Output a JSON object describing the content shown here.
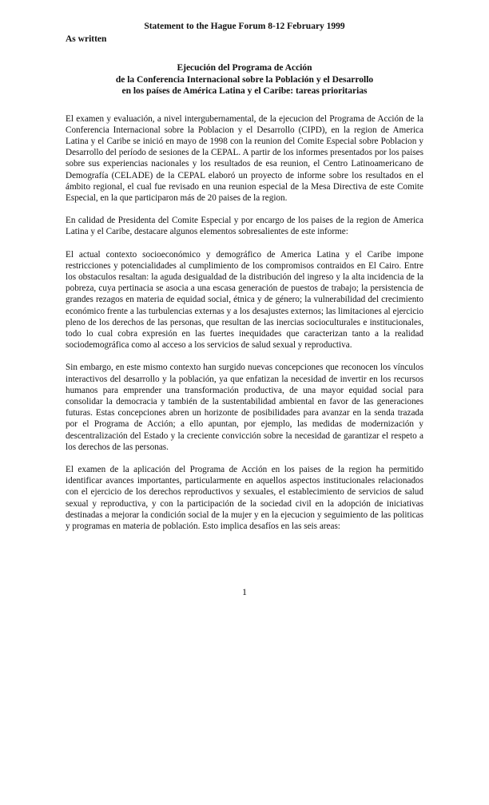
{
  "header": {
    "title": "Statement to the Hague Forum 8-12 February 1999",
    "subtitle": "As written"
  },
  "document_title": {
    "line1": "Ejecución del Programa de Acción",
    "line2": "de la Conferencia Internacional sobre la Población y el Desarrollo",
    "line3": "en los países de América Latina y el Caribe: tareas  prioritarias"
  },
  "paragraphs": [
    "El examen y evaluación, a nivel intergubernamental, de la ejecucion del Programa de Acción de la Conferencia Internacional sobre la Poblacion y el Desarrollo (CIPD), en la region de America Latina y el Caribe se inició en mayo de 1998 con la reunion del Comite Especial sobre Poblacion y Desarrollo del período de sesiones de la CEPAL.   A partir de los informes presentados por los paises sobre sus experiencias nacionales y los resultados de esa reunion, el Centro Latinoamericano de Demografía (CELADE) de la CEPAL elaboró un proyecto de informe sobre los resultados en el ámbito regional, el cual fue revisado en una reunion especial de la Mesa Directiva de este Comite Especial, en la que participaron más de 20 paises de la region.",
    "En calidad de Presidenta del Comite Especial y por encargo de los paises de la region de America Latina y el Caribe, destacare algunos elementos sobresalientes de este informe:",
    "El actual contexto socioeconómico y demográfico de America Latina y el Caribe impone restricciones y potencialidades al cumplimiento de los compromisos contraidos en El Cairo. Entre los obstaculos resaltan: la aguda desigualdad de la distribución del ingreso y la alta incidencia de la pobreza, cuya pertinacia se asocia a una escasa generación de puestos de trabajo; la persistencia de grandes rezagos en materia de equidad social, étnica y de género; la vulnerabilidad del crecimiento económico frente a las turbulencias externas y a los desajustes externos; las limitaciones al ejercicio pleno de los derechos de las personas, que resultan de las inercias socioculturales e institucionales, todo lo cual cobra expresión en las fuertes inequidades que caracterizan tanto a la realidad sociodemográfica como al acceso a los servicios de salud sexual y reproductiva.",
    "Sin embargo, en este mismo contexto han surgido nuevas concepciones que reconocen los vínculos interactivos del desarrollo y la población, ya que enfatizan la necesidad de invertir en los recursos humanos para emprender una transformación productiva, de una mayor equidad social para consolidar la democracia y también de la sustentabilidad ambiental en favor de las generaciones futuras. Estas concepciones abren un horizonte de posibilidades para avanzar en la senda trazada por el Programa de Acción; a ello apuntan, por ejemplo, las medidas de modernización y descentralización del Estado y la creciente convicción sobre la necesidad de garantizar el respeto a los derechos de las personas.",
    "El examen de la aplicación del Programa de Acción en los paises de la region ha permitido identificar avances importantes, particularmente en aquellos aspectos institucionales relacionados con el ejercicio de los derechos reproductivos y sexuales, el establecimiento de servicios de salud sexual y reproductiva, y con la participación de la sociedad civil en la adopción de iniciativas destinadas a mejorar la condición social de la mujer y en la ejecucion y seguimiento de las politicas y programas en materia de población. Esto implica desafíos en las seis areas:"
  ],
  "page_number": "1"
}
